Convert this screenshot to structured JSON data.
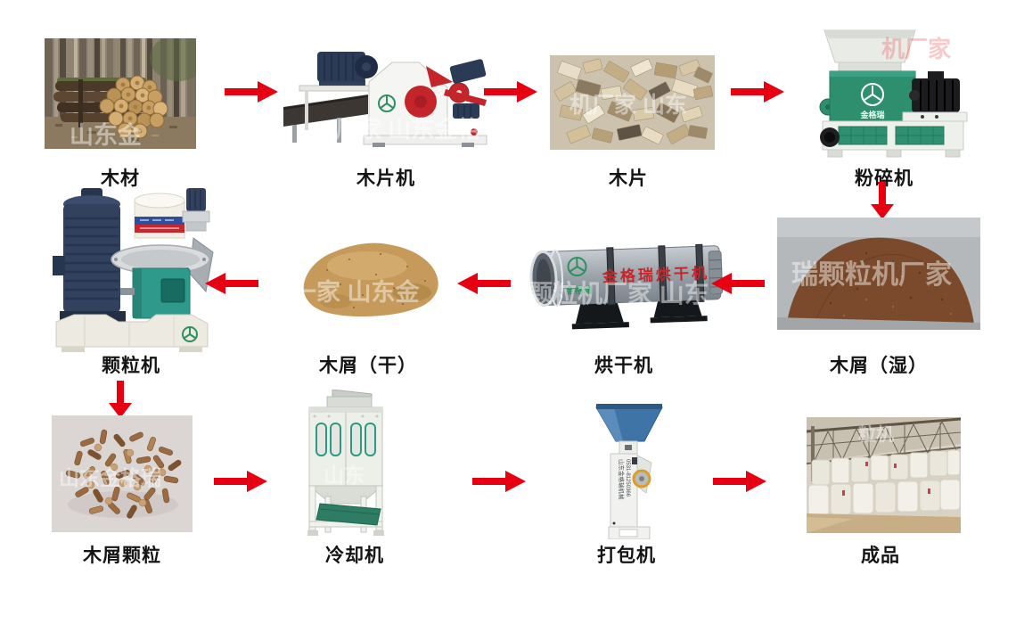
{
  "page": {
    "background": "#ffffff",
    "arrow_color": "#e60012",
    "label_color": "#141414",
    "description_type": "wood-pellet-production-flowchart"
  },
  "flow": {
    "rows": [
      {
        "direction": "right",
        "items": [
          {
            "id": "wood",
            "label": "木材"
          },
          {
            "id": "chipper",
            "label": "木片机"
          },
          {
            "id": "chips",
            "label": "木片"
          },
          {
            "id": "crusher",
            "label": "粉碎机"
          }
        ]
      },
      {
        "direction": "left",
        "items": [
          {
            "id": "pellet-mill",
            "label": "颗粒机"
          },
          {
            "id": "dry-sawdust",
            "label": "木屑（干）"
          },
          {
            "id": "dryer",
            "label": "烘干机"
          },
          {
            "id": "wet-sawdust",
            "label": "木屑（湿）"
          }
        ]
      },
      {
        "direction": "right",
        "items": [
          {
            "id": "pellets",
            "label": "木屑颗粒"
          },
          {
            "id": "cooler",
            "label": "冷却机"
          },
          {
            "id": "baler",
            "label": "打包机"
          },
          {
            "id": "product",
            "label": "成品"
          }
        ]
      }
    ]
  },
  "machine_markings": {
    "brand": "金格瑞",
    "dryer_drum_text": "金格瑞烘干机",
    "baler_company": "山东金格瑞机械",
    "baler_phone": "0531-81250366"
  },
  "watermarks": {
    "wood": "山东金",
    "chipper": "厂家 山东金格",
    "chips": "机厂家 山东",
    "crusher": "机厂家",
    "dry_sawdust": "一家 山东金",
    "dryer": "颗粒机厂家 山东",
    "wet_sawdust": "瑞颗粒机厂家",
    "pellets": "山东金格瑞",
    "cooler": "山东",
    "warehouse": "粒机"
  }
}
